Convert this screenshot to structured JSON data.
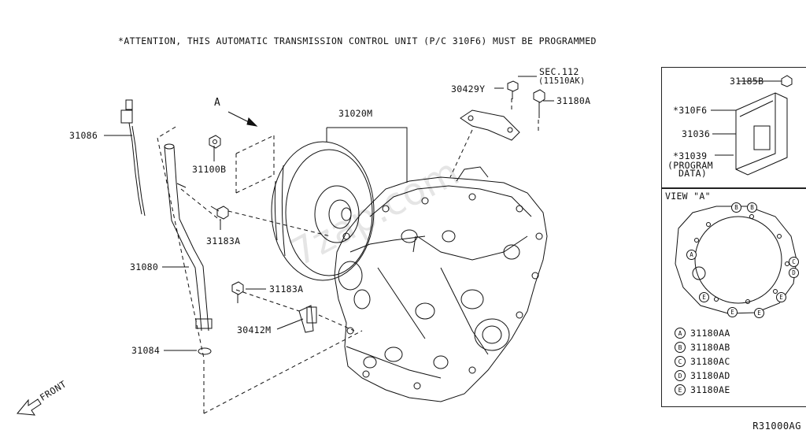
{
  "attention": "*ATTENTION, THIS AUTOMATIC TRANSMISSION CONTROL UNIT (P/C 310F6) MUST BE PROGRAMMED",
  "diagram_code": "R31000AG",
  "front_label": "FRONT",
  "arrow_a_label": "A",
  "watermark": "7zap.com",
  "parts": {
    "p31086": "31086",
    "p31080": "31080",
    "p31084": "31084",
    "p31100b": "31100B",
    "p31183a_upper": "31183A",
    "p31183a_lower": "31183A",
    "p30412m": "30412M",
    "p31020m": "31020M",
    "p30429y": "30429Y",
    "sec112": "SEC.112",
    "sec112_sub": "(11510AK)",
    "p31180a": "31180A"
  },
  "inset_tcu": {
    "p31185b": "31185B",
    "p310f6": "*310F6",
    "p31036": "31036",
    "p31039": "*31039",
    "program_line1": "(PROGRAM",
    "program_line2": "DATA)"
  },
  "inset_view": {
    "title": "VIEW \"A\"",
    "legend": [
      {
        "key": "A",
        "part": "31180AA"
      },
      {
        "key": "B",
        "part": "31180AB"
      },
      {
        "key": "C",
        "part": "31180AC"
      },
      {
        "key": "D",
        "part": "31180AD"
      },
      {
        "key": "E",
        "part": "31180AE"
      }
    ]
  }
}
